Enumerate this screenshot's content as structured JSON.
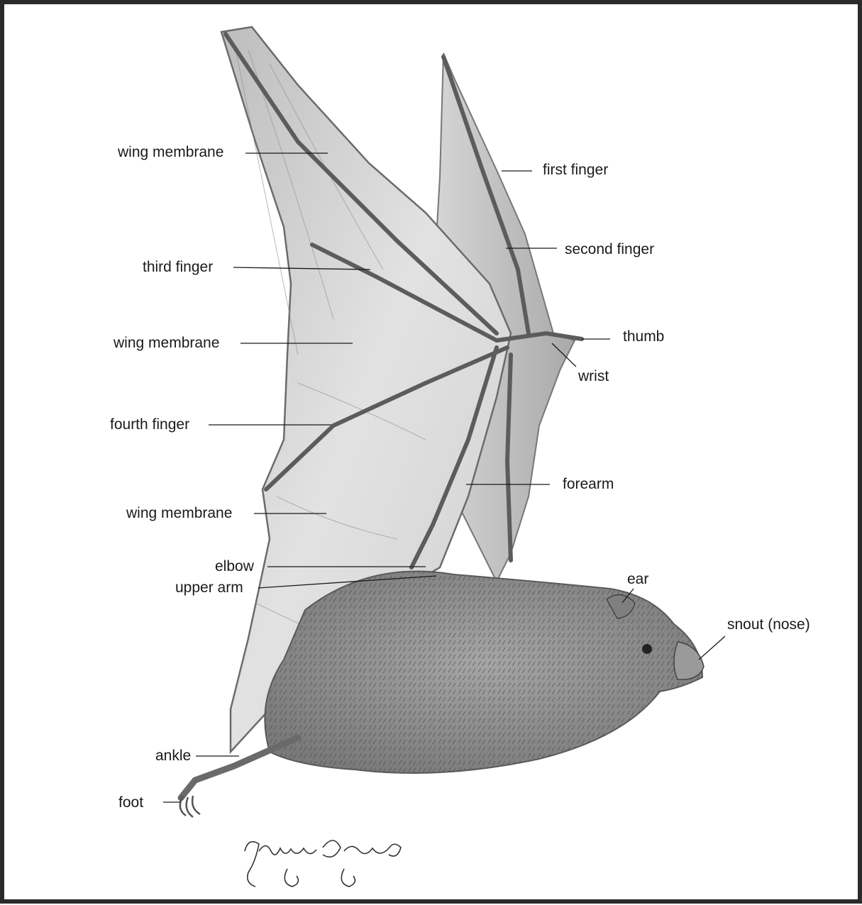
{
  "labels": {
    "wing_membrane_top": "wing membrane",
    "first_finger": "first finger",
    "third_finger": "third finger",
    "second_finger": "second finger",
    "wing_membrane_mid": "wing membrane",
    "thumb": "thumb",
    "wrist": "wrist",
    "fourth_finger": "fourth finger",
    "forearm": "forearm",
    "wing_membrane_low": "wing membrane",
    "elbow": "elbow",
    "upper_arm": "upper arm",
    "ear": "ear",
    "snout": "snout (nose)",
    "ankle": "ankle",
    "foot": "foot"
  },
  "signature": "Phuong Nguyen",
  "colors": {
    "frame": "#2a2a2a",
    "pencil": "#6b6b6b",
    "membrane": "#c9c9c9",
    "fur": "#8a8a8a"
  }
}
